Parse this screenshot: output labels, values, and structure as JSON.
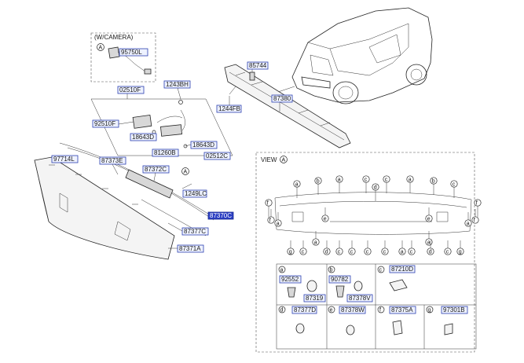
{
  "camera_box": {
    "title": "(W/CAMERA)",
    "circle": "A",
    "part": "95750L"
  },
  "parts": [
    {
      "id": "p85744",
      "label": "85744"
    },
    {
      "id": "p87380",
      "label": "87380"
    },
    {
      "id": "p1244fb",
      "label": "1244FB"
    },
    {
      "id": "p02510f",
      "label": "02510F"
    },
    {
      "id": "p1243bh",
      "label": "1243BH"
    },
    {
      "id": "p92510f",
      "label": "92510F"
    },
    {
      "id": "p18643da",
      "label": "18643D"
    },
    {
      "id": "p18643db",
      "label": "18643D"
    },
    {
      "id": "p81260b",
      "label": "81260B"
    },
    {
      "id": "p02512c",
      "label": "02512C"
    },
    {
      "id": "p97714l",
      "label": "97714L"
    },
    {
      "id": "p87373e",
      "label": "87373E"
    },
    {
      "id": "p87372c",
      "label": "87372C"
    },
    {
      "id": "p1249lc",
      "label": "1249LC"
    },
    {
      "id": "p87370",
      "label": "87370C"
    },
    {
      "id": "p87377c",
      "label": "87377C"
    },
    {
      "id": "p87371a",
      "label": "87371A"
    }
  ],
  "view": {
    "title": "VIEW",
    "circle": "A"
  },
  "legend": [
    {
      "letter": "a",
      "parts": [
        "92552",
        "87319"
      ]
    },
    {
      "letter": "b",
      "parts": [
        "90782",
        "87378V"
      ]
    },
    {
      "letter": "c",
      "parts": [
        "87210D"
      ]
    },
    {
      "letter": "d",
      "parts": [
        "87377D"
      ]
    },
    {
      "letter": "e",
      "parts": [
        "87378W"
      ]
    },
    {
      "letter": "f",
      "parts": [
        "87375A"
      ]
    },
    {
      "letter": "g",
      "parts": [
        "97301B"
      ]
    }
  ]
}
